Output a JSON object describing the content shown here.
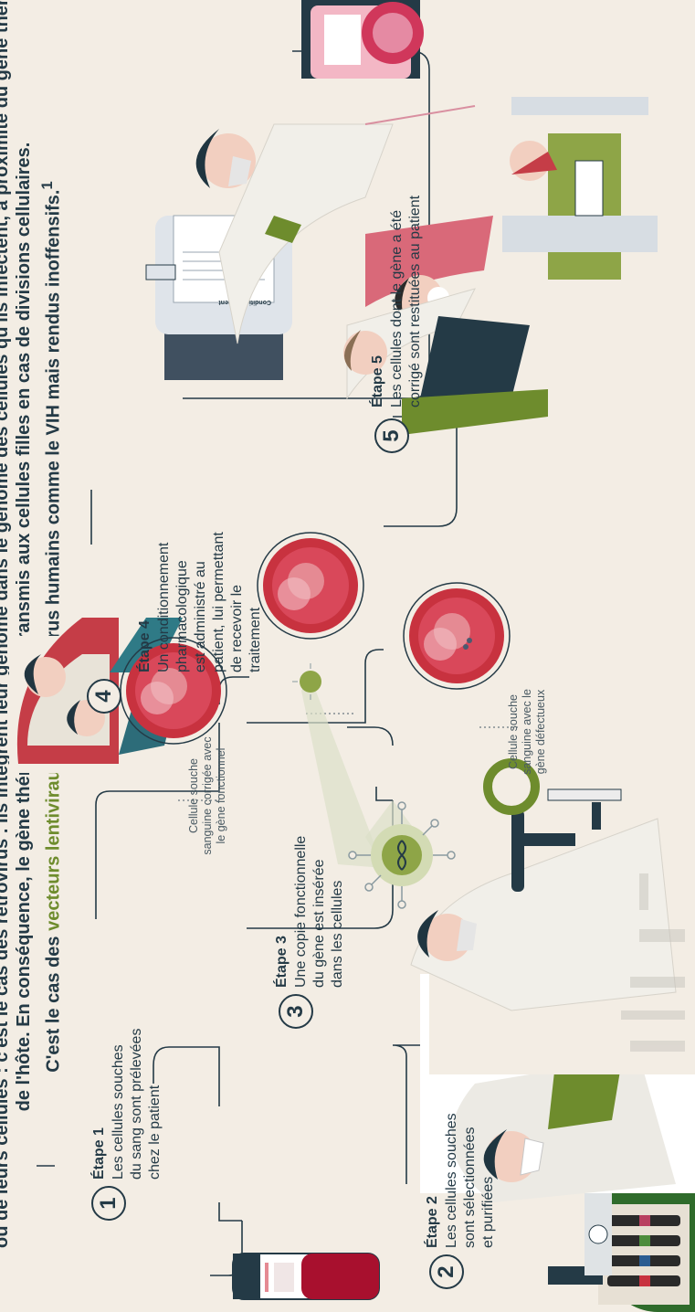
{
  "intro": {
    "line1": "ou de leurs cellules : c'est le cas des rétrovirus . Ils intègrent leur génome dans le génome des cellules qu'ils infectent, à proximité du gène thérapeutique, dans le génome",
    "line2": "de l'hôte. En conséquence, le gène thérapeutique est transmis aux cellules filles en cas de divisions cellulaires.",
    "line3_prefix": "C'est le cas des ",
    "line3_highlight": "vecteurs lentiviraux",
    "line3_suffix": ", dérivés de virus humains comme le VIH mais rendus inoffensifs.",
    "footnote": "1"
  },
  "steps": [
    {
      "number": "1",
      "title": "Étape 1",
      "text": [
        "Les cellules souches",
        "du sang sont prélevées",
        "chez le patient"
      ]
    },
    {
      "number": "2",
      "title": "Étape 2",
      "text": [
        "Les cellules souches",
        "sont sélectionnées",
        "et purifiées"
      ]
    },
    {
      "number": "3",
      "title": "Étape 3",
      "text": [
        "Une copie fonctionnelle",
        "du gène est insérée",
        "dans les cellules"
      ]
    },
    {
      "number": "4",
      "title": "Étape 4",
      "text": [
        "Un conditionnement",
        "pharmacologique",
        "est administré au",
        "patient, lui permettant",
        "de recevoir le",
        "traitement"
      ]
    },
    {
      "number": "5",
      "title": "Étape 5",
      "text": [
        "Les cellules dont le gène a été",
        "corrigé sont restituées au patient"
      ]
    }
  ],
  "captions": {
    "corrected_cell": [
      "Cellule souche",
      "sanguine corrigée avec",
      "le gène fonctionnel"
    ],
    "defective_cell": [
      "Cellule souche",
      "sanguine avec le",
      "gène défectueux"
    ]
  },
  "vial_label": "Conditionnement",
  "colors": {
    "background": "#f3ede4",
    "navy": "#243a46",
    "green_accent": "#6e8c2d",
    "cell_red": "#c8323f",
    "cell_pink": "#e58a93",
    "dark_green": "#2f6b2b"
  }
}
